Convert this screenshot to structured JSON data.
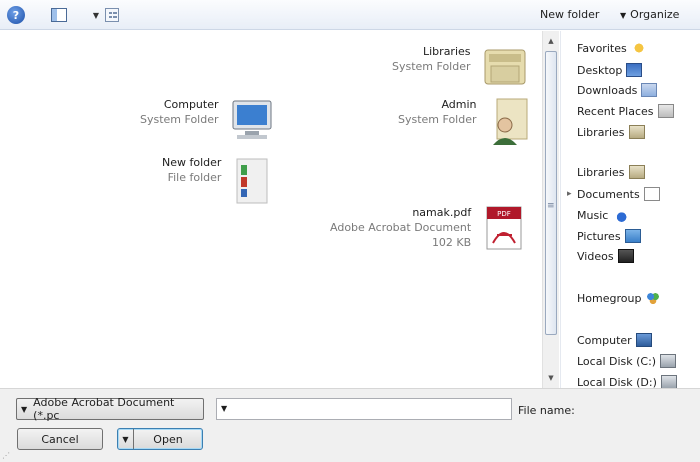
{
  "toolbar": {
    "organize_label": "Organize",
    "new_folder_label": "New folder"
  },
  "items": [
    {
      "name": "Libraries",
      "sub": "System Folder",
      "icon": "libraries-folder-icon"
    },
    {
      "name": "Computer",
      "sub": "System Folder",
      "icon": "computer-icon"
    },
    {
      "name": "Admin",
      "sub": "System Folder",
      "icon": "user-folder-icon"
    },
    {
      "name": "New folder",
      "sub": "File folder",
      "icon": "folder-icon"
    },
    {
      "name": "namak.pdf",
      "sub": "Adobe Acrobat Document",
      "size": "102 KB",
      "icon": "pdf-icon"
    }
  ],
  "nav": {
    "favorites": "Favorites",
    "desktop": "Desktop",
    "downloads": "Downloads",
    "recent_places": "Recent Places",
    "libraries_fav": "Libraries",
    "libraries": "Libraries",
    "documents": "Documents",
    "music": "Music",
    "pictures": "Pictures",
    "videos": "Videos",
    "homegroup": "Homegroup",
    "computer": "Computer",
    "local_disk_c": "Local Disk (C:)",
    "local_disk_d": "Local Disk (D:)"
  },
  "bottom": {
    "file_name_label": "File name:",
    "file_name_value": "",
    "file_type_selected": "Adobe Acrobat Document (*.pc",
    "open_label": "Open",
    "cancel_label": "Cancel"
  }
}
